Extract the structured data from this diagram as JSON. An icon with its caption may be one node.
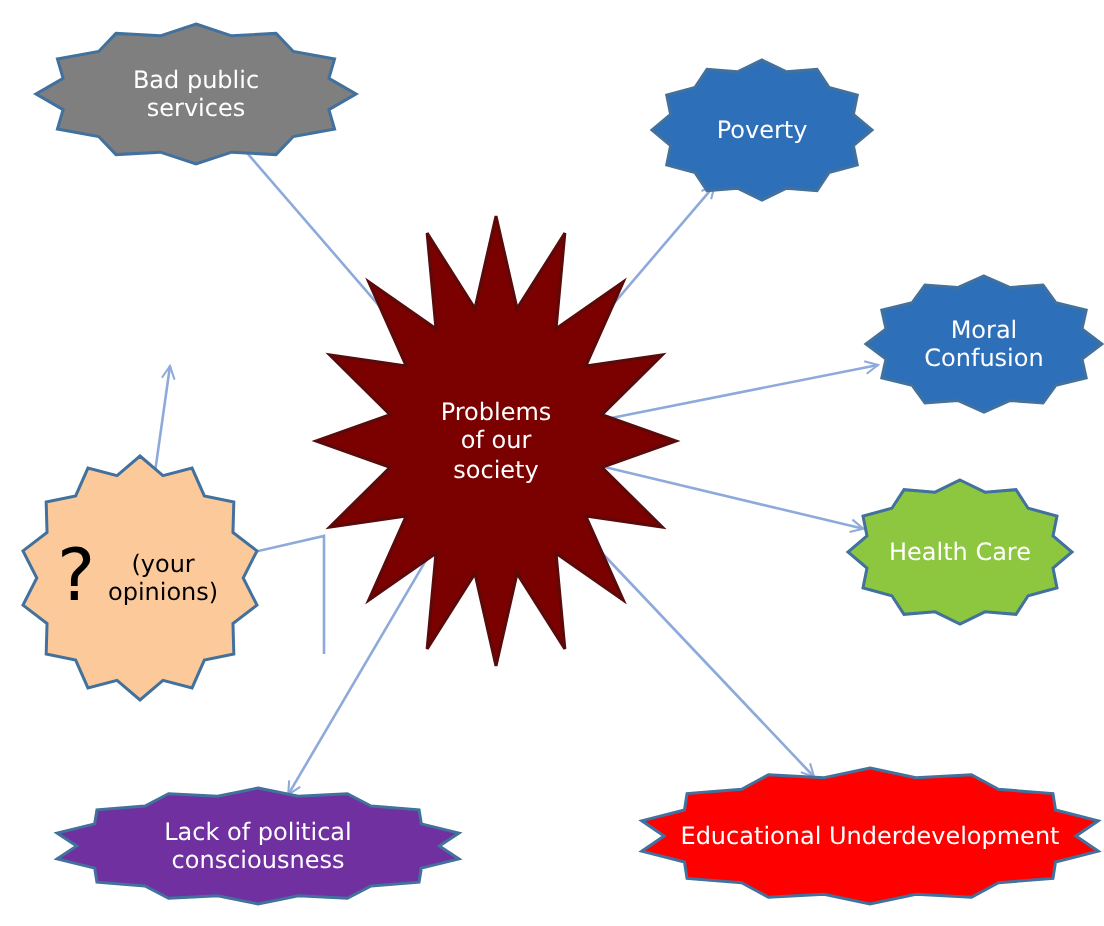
{
  "diagram": {
    "nodes": [
      {
        "text": [
          "Bad public services"
        ]
      },
      {
        "text": [
          "Poverty"
        ]
      },
      {
        "text": [
          "Problems of our society"
        ]
      },
      {
        "text": [
          "Moral Confusion"
        ]
      },
      {
        "text": [
          "?",
          "(your opinions)"
        ]
      },
      {
        "text": [
          "Health Care"
        ]
      },
      {
        "text": [
          "Lack of political consciousness"
        ]
      },
      {
        "text": [
          "Educational Underdevelopment"
        ]
      }
    ],
    "edges": [
      {
        "from": 0,
        "to": 2,
        "arrow": "none"
      },
      {
        "from": 2,
        "to": 1,
        "arrow": "to"
      },
      {
        "from": 2,
        "to": 3,
        "arrow": "to"
      },
      {
        "from": 2,
        "to": 5,
        "arrow": "to"
      },
      {
        "from": 2,
        "to": 7,
        "arrow": "to"
      },
      {
        "from": 2,
        "to": 6,
        "arrow": "to"
      },
      {
        "from": 4,
        "to": null,
        "arrow": "to"
      },
      {
        "from": 4,
        "to": null,
        "arrow": "none"
      }
    ]
  }
}
